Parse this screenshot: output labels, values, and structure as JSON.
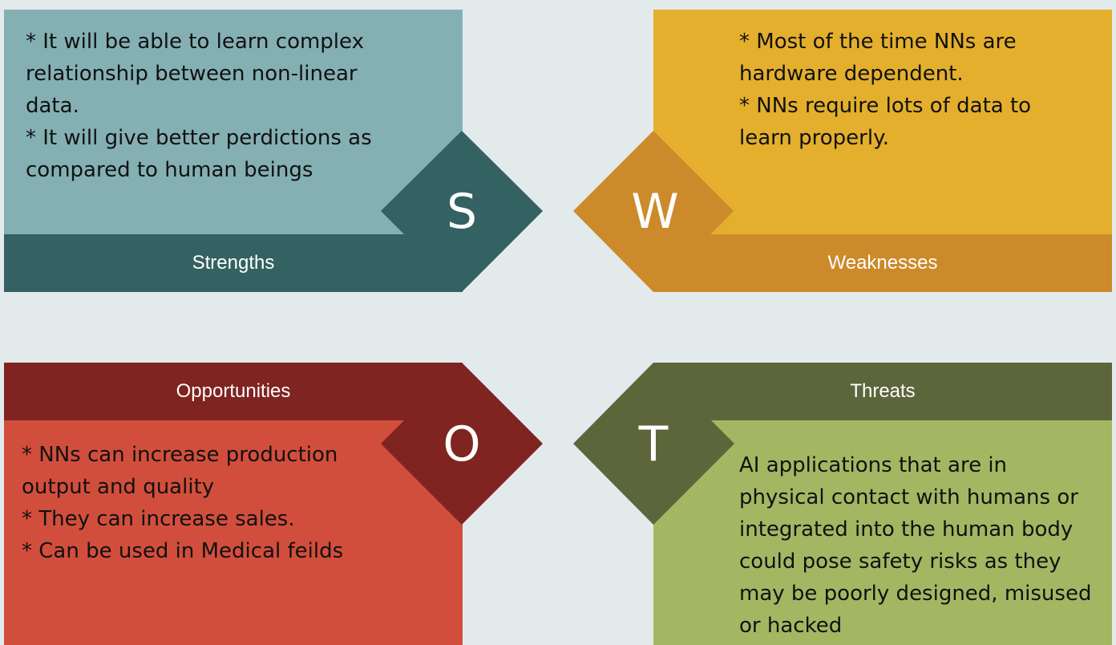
{
  "colors": {
    "background": "#e2eaec",
    "strengths_light": "#84b0b4",
    "strengths_dark": "#346161",
    "weaknesses_light": "#e4af2c",
    "weaknesses_dark": "#cc8a2a",
    "opportunities_light": "#d24e3c",
    "opportunities_dark": "#7f2420",
    "threats_light": "#a3b763",
    "threats_dark": "#5c663a"
  },
  "strengths": {
    "letter": "S",
    "title": "Strengths",
    "lines": [
      "* It will be able to learn complex",
      "relationship between non-linear",
      "data.",
      "* It will give better perdictions as",
      "compared to human beings"
    ]
  },
  "weaknesses": {
    "letter": "W",
    "title": "Weaknesses",
    "lines": [
      "* Most of the time NNs are",
      "hardware dependent.",
      "* NNs require lots of data to",
      "learn properly."
    ]
  },
  "opportunities": {
    "letter": "O",
    "title": "Opportunities",
    "lines": [
      "* NNs can increase production",
      "output and quality",
      "* They can increase sales.",
      "* Can be used in Medical feilds"
    ]
  },
  "threats": {
    "letter": "T",
    "title": "Threats",
    "lines": [
      "AI applications that are in",
      "physical contact with humans or",
      "integrated into the human body",
      "could pose safety risks as they",
      "may be poorly designed, misused",
      "or hacked"
    ]
  }
}
